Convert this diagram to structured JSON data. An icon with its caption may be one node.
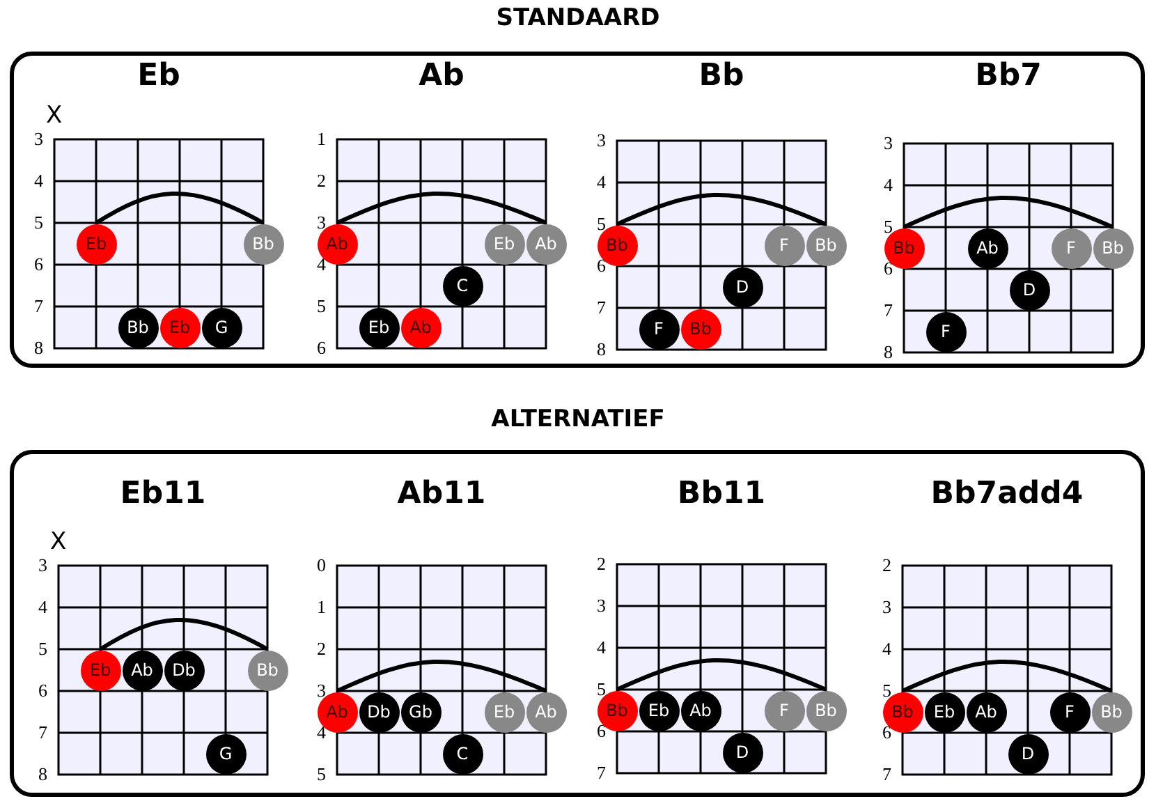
{
  "diagram": {
    "nodes": [
      {
        "text": [
          "STANDAARD"
        ]
      },
      {
        "text": [
          "Eb"
        ],
        "in": 0
      },
      {
        "text": [
          "Eb"
        ],
        "in": 1
      },
      {
        "text": [
          "Bb"
        ],
        "in": 1
      },
      {
        "text": [
          "Bb"
        ],
        "in": 1
      },
      {
        "text": [
          "Eb"
        ],
        "in": 1
      },
      {
        "text": [
          "G"
        ],
        "in": 1
      },
      {
        "text": [
          "Ab"
        ],
        "in": 0
      },
      {
        "text": [
          "Ab"
        ],
        "in": 7
      },
      {
        "text": [
          "Eb"
        ],
        "in": 7
      },
      {
        "text": [
          "Ab"
        ],
        "in": 7
      },
      {
        "text": [
          "C"
        ],
        "in": 7
      },
      {
        "text": [
          "Eb"
        ],
        "in": 7
      },
      {
        "text": [
          "Ab"
        ],
        "in": 7
      },
      {
        "text": [
          "Bb"
        ],
        "in": 0
      },
      {
        "text": [
          "Bb"
        ],
        "in": 14
      },
      {
        "text": [
          "F"
        ],
        "in": 14
      },
      {
        "text": [
          "Bb"
        ],
        "in": 14
      },
      {
        "text": [
          "D"
        ],
        "in": 14
      },
      {
        "text": [
          "F"
        ],
        "in": 14
      },
      {
        "text": [
          "Bb"
        ],
        "in": 14
      },
      {
        "text": [
          "Bb7"
        ],
        "in": 0
      },
      {
        "text": [
          "Bb"
        ],
        "in": 21
      },
      {
        "text": [
          "Ab"
        ],
        "in": 21
      },
      {
        "text": [
          "F"
        ],
        "in": 21
      },
      {
        "text": [
          "Bb"
        ],
        "in": 21
      },
      {
        "text": [
          "D"
        ],
        "in": 21
      },
      {
        "text": [
          "F"
        ],
        "in": 21
      },
      {
        "text": [
          "ALTERNATIEF"
        ]
      },
      {
        "text": [
          "Eb11"
        ],
        "in": 28
      },
      {
        "text": [
          "Eb"
        ],
        "in": 29
      },
      {
        "text": [
          "Ab"
        ],
        "in": 29
      },
      {
        "text": [
          "Db"
        ],
        "in": 29
      },
      {
        "text": [
          "Bb"
        ],
        "in": 29
      },
      {
        "text": [
          "G"
        ],
        "in": 29
      },
      {
        "text": [
          "Ab11"
        ],
        "in": 28
      },
      {
        "text": [
          "Ab"
        ],
        "in": 35
      },
      {
        "text": [
          "Db"
        ],
        "in": 35
      },
      {
        "text": [
          "Gb"
        ],
        "in": 35
      },
      {
        "text": [
          "Eb"
        ],
        "in": 35
      },
      {
        "text": [
          "Ab"
        ],
        "in": 35
      },
      {
        "text": [
          "C"
        ],
        "in": 35
      },
      {
        "text": [
          "Bb11"
        ],
        "in": 28
      },
      {
        "text": [
          "Bb"
        ],
        "in": 42
      },
      {
        "text": [
          "Eb"
        ],
        "in": 42
      },
      {
        "text": [
          "Ab"
        ],
        "in": 42
      },
      {
        "text": [
          "F"
        ],
        "in": 42
      },
      {
        "text": [
          "Bb"
        ],
        "in": 42
      },
      {
        "text": [
          "D"
        ],
        "in": 42
      },
      {
        "text": [
          "Bb7add4"
        ],
        "in": 28
      },
      {
        "text": [
          "Bb"
        ],
        "in": 49
      },
      {
        "text": [
          "Eb"
        ],
        "in": 49
      },
      {
        "text": [
          "Ab"
        ],
        "in": 49
      },
      {
        "text": [
          "F"
        ],
        "in": 49
      },
      {
        "text": [
          "Bb"
        ],
        "in": 49
      },
      {
        "text": [
          "D"
        ],
        "in": 49
      }
    ],
    "labels": [
      "X",
      "3",
      "4",
      "5",
      "6",
      "7",
      "8",
      "1",
      "2",
      "3",
      "4",
      "5",
      "6",
      "3",
      "4",
      "5",
      "6",
      "7",
      "8",
      "3",
      "4",
      "5",
      "6",
      "7",
      "8",
      "X",
      "3",
      "4",
      "5",
      "6",
      "7",
      "8",
      "0",
      "1",
      "2",
      "3",
      "4",
      "5",
      "2",
      "3",
      "4",
      "5",
      "6",
      "7",
      "2",
      "3",
      "4",
      "5",
      "6",
      "7"
    ]
  }
}
